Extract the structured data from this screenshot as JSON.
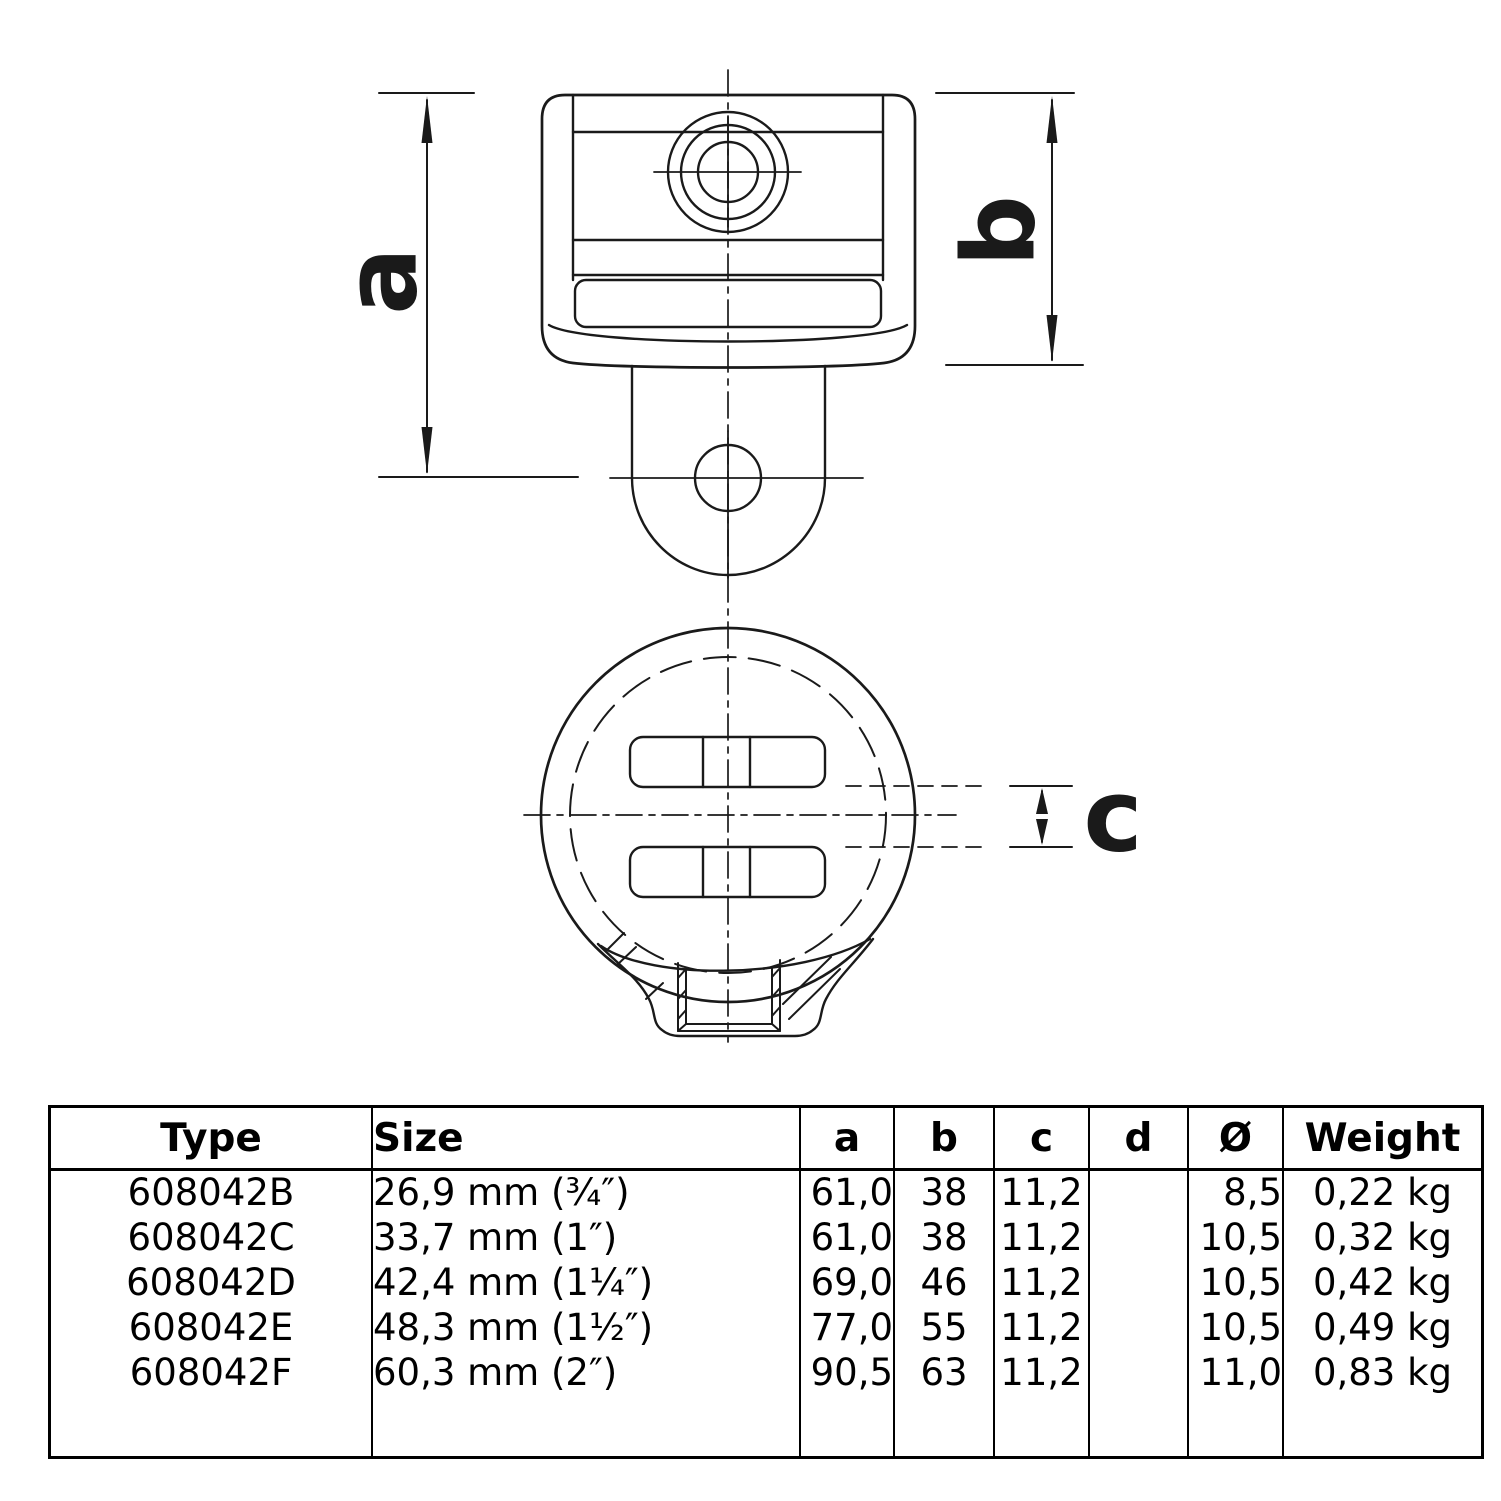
{
  "drawing": {
    "dim_labels": {
      "a": "a",
      "b": "b",
      "c": "c"
    }
  },
  "table": {
    "headers": [
      "Type",
      "Size",
      "a",
      "b",
      "c",
      "d",
      "Ø",
      "Weight"
    ],
    "rows": [
      [
        "608042B",
        "26,9 mm (¾″)",
        "61,0",
        "38",
        "11,2",
        "",
        "8,5",
        "0,22 kg"
      ],
      [
        "608042C",
        "33,7 mm (1″)",
        "61,0",
        "38",
        "11,2",
        "",
        "10,5",
        "0,32 kg"
      ],
      [
        "608042D",
        "42,4 mm (1¼″)",
        "69,0",
        "46",
        "11,2",
        "",
        "10,5",
        "0,42 kg"
      ],
      [
        "608042E",
        "48,3 mm (1½″)",
        "77,0",
        "55",
        "11,2",
        "",
        "10,5",
        "0,49 kg"
      ],
      [
        "608042F",
        "60,3 mm (2″)",
        "90,5",
        "63",
        "11,2",
        "",
        "11,0",
        "0,83 kg"
      ]
    ]
  },
  "colors": {
    "line": "#1a1a1a",
    "table_border": "#000000",
    "background": "#ffffff"
  }
}
